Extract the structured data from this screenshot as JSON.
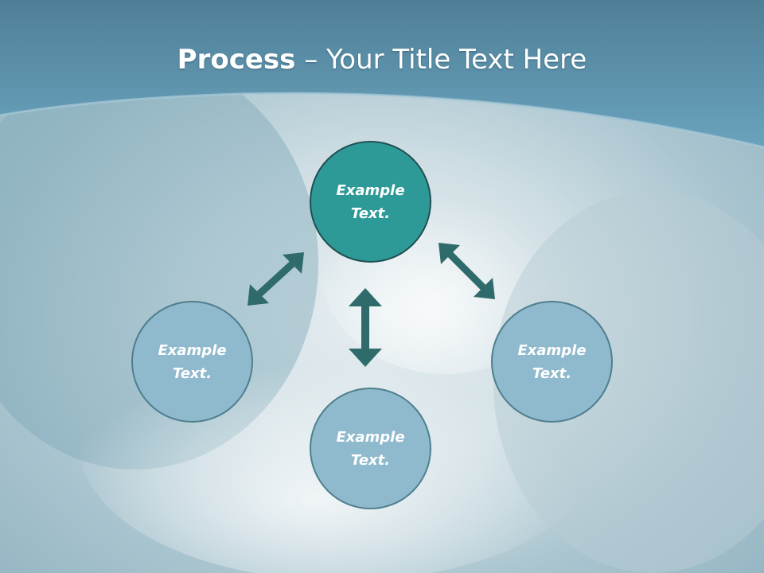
{
  "title": {
    "bold": "Process",
    "separator": " – ",
    "rest": "Your Title Text Here"
  },
  "nodes": {
    "top": "Example Text.",
    "left": "Example Text.",
    "right": "Example Text.",
    "bottom": "Example Text."
  },
  "colors": {
    "header": "#5e95ad",
    "center_node": "#2e9a98",
    "outer_node": "#8fb9cc",
    "arrow": "#2f6b6b"
  }
}
